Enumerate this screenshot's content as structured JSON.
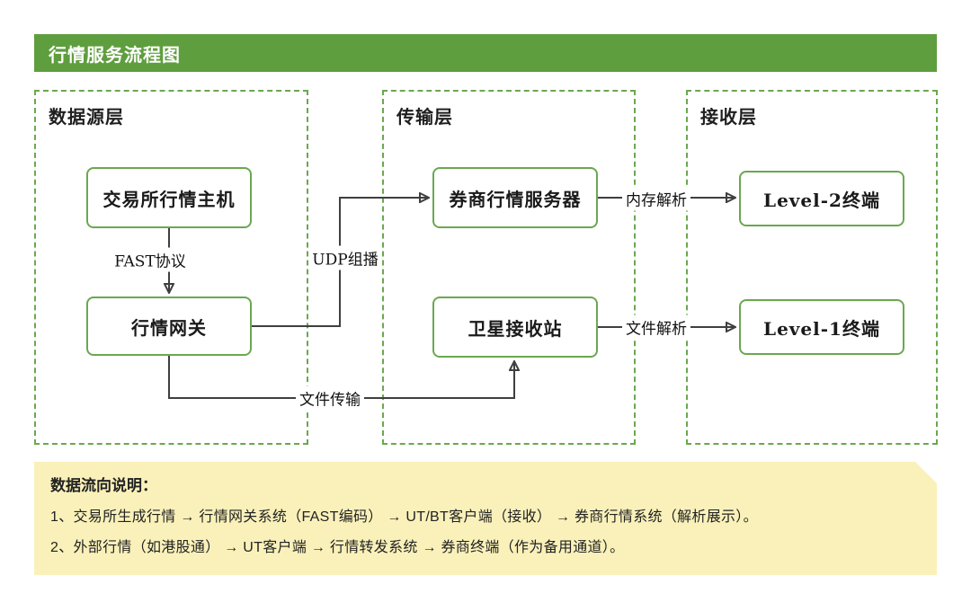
{
  "header": {
    "title": "行情服务流程图"
  },
  "groups": {
    "source": {
      "label": "数据源层"
    },
    "transport": {
      "label": "传输层"
    },
    "receive": {
      "label": "接收层"
    }
  },
  "nodes": {
    "exchange_host": {
      "label": "交易所行情主机"
    },
    "market_gateway": {
      "label": "行情网关"
    },
    "broker_server": {
      "label": "券商行情服务器"
    },
    "satellite_station": {
      "label": "卫星接收站"
    },
    "level2_terminal": {
      "label": "Level-2终端"
    },
    "level1_terminal": {
      "label": "Level-1终端"
    }
  },
  "edge_labels": {
    "fast": "FAST协议",
    "udp": "UDP组播",
    "memory_parse": "内存解析",
    "file_transfer": "文件传输",
    "file_parse": "文件解析"
  },
  "note": {
    "title": "数据流向说明：",
    "lines": [
      "1、交易所生成行情 → 行情网关系统（FAST编码） → UT/BT客户端（接收） → 券商行情系统（解析展示）。",
      "2、外部行情（如港股通） → UT客户端 → 行情转发系统 → 券商终端（作为备用通道）。"
    ]
  },
  "colors": {
    "header_green": "#5f9e3e",
    "border_green": "#6aa84f",
    "note_bg": "#faf1ba",
    "note_fold": "#e0cf82",
    "arrow": "#3f3f3f"
  }
}
